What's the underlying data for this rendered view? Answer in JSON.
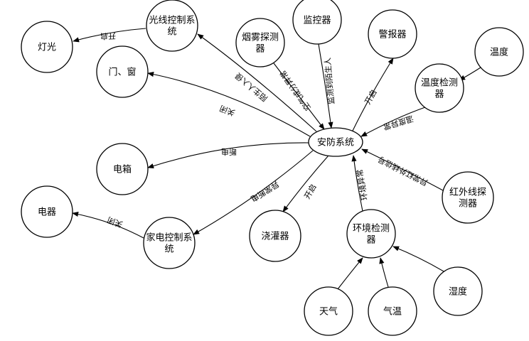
{
  "diagram": {
    "nodes": {
      "anfang": "安防系统",
      "guangxian": [
        "光线控制系",
        "统"
      ],
      "denguang": "灯光",
      "menchuang": "门、窗",
      "dianxiang": "电箱",
      "dianqi": "电器",
      "jiadian": [
        "家电控制系",
        "统"
      ],
      "yanwu": [
        "烟雾探测",
        "器"
      ],
      "jiankong": "监控器",
      "jingbao": "警报器",
      "wendu": "温度",
      "wenducj": [
        "温度检测",
        "器"
      ],
      "hongwai": [
        "红外线探",
        "测器"
      ],
      "jiaoguan": "浇灌器",
      "huanjing": [
        "环境检测",
        "器"
      ],
      "tianqi": "天气",
      "qiwen": "气温",
      "shidu": "湿度"
    },
    "edges": {
      "guangxian_denguang": "开启",
      "anfang_guangxian": "陌生人入侵",
      "anfang_menchuang": "关闭",
      "anfang_dianxiang": "断电",
      "anfang_jiadian": "异常断电",
      "jiadian_dianqi": "关闭",
      "yanwu_anfang": "空气成分异常",
      "jiankong_anfang": "监测到陌生人",
      "anfang_jingbao": "开启",
      "wenducj_anfang": "温度异常",
      "hongwai_anfang": "异常红外线信号",
      "anfang_jiaoguan": "开启",
      "huanjing_anfang": "环境异常"
    }
  }
}
